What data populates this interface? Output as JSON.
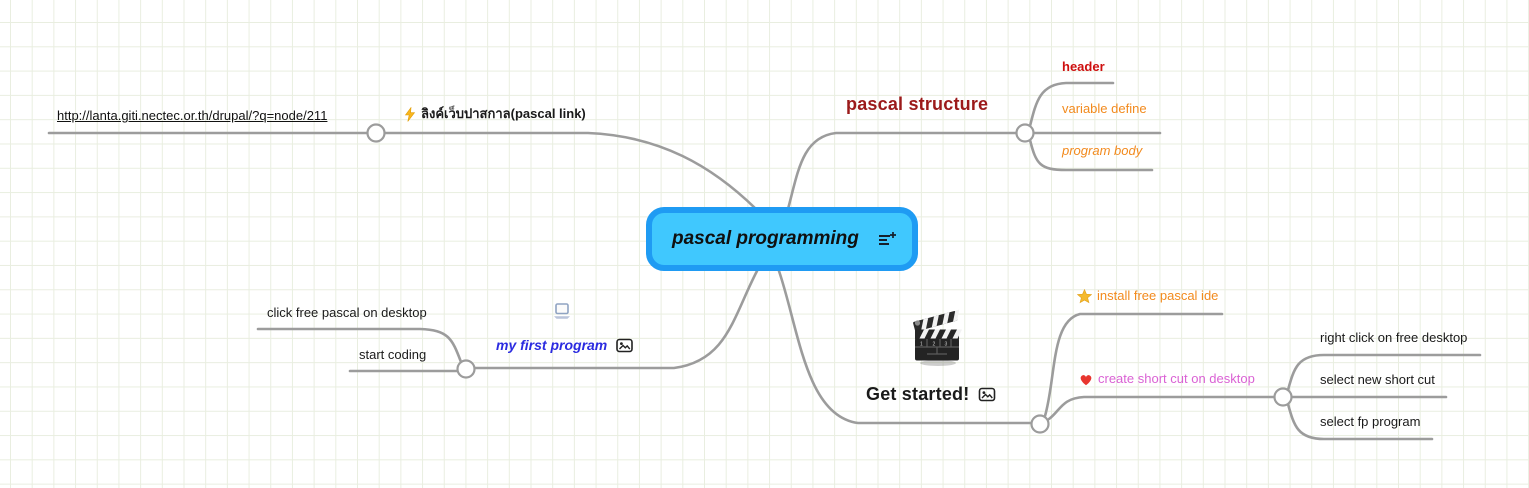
{
  "canvas": {
    "background_color": "#ffffff",
    "grid_line_color": "#e9eee0",
    "connector_color": "#9c9c9c"
  },
  "root_node": {
    "label": "pascal programming",
    "fill_color": "#40c8fe",
    "border_color": "#1f9bf3",
    "icon": "add-notes-icon"
  },
  "link_branch": {
    "icon": "lightning-icon",
    "label": "ลิงค์เว็บปาสกาล(pascal link)",
    "url_label": "http://lanta.giti.nectec.or.th/drupal/?q=node/211"
  },
  "structure_branch": {
    "label": "pascal structure",
    "color": "#9b1a1a",
    "children": [
      {
        "label": "header",
        "color": "#ce0f0f"
      },
      {
        "label": "variable define",
        "color": "#f28a1d"
      },
      {
        "label": "program body",
        "color": "#f28a1d"
      }
    ]
  },
  "first_program_branch": {
    "label": "my first program",
    "color": "#2b2be0",
    "icons": [
      "laptop-icon",
      "image-attachment-icon"
    ],
    "children": [
      {
        "label": "click free pascal on desktop"
      },
      {
        "label": "start coding"
      }
    ]
  },
  "get_started_branch": {
    "label": "Get started!",
    "icons": [
      "clapperboard-icon",
      "image-attachment-icon"
    ],
    "children": [
      {
        "label": "install free pascal ide",
        "icon": "star-icon",
        "color": "#f28a1d"
      },
      {
        "label": "create short cut on desktop",
        "icon": "heart-icon",
        "color": "#da62d4",
        "children": [
          {
            "label": "right click on free desktop"
          },
          {
            "label": "select new short cut"
          },
          {
            "label": "select fp program"
          }
        ]
      }
    ]
  }
}
